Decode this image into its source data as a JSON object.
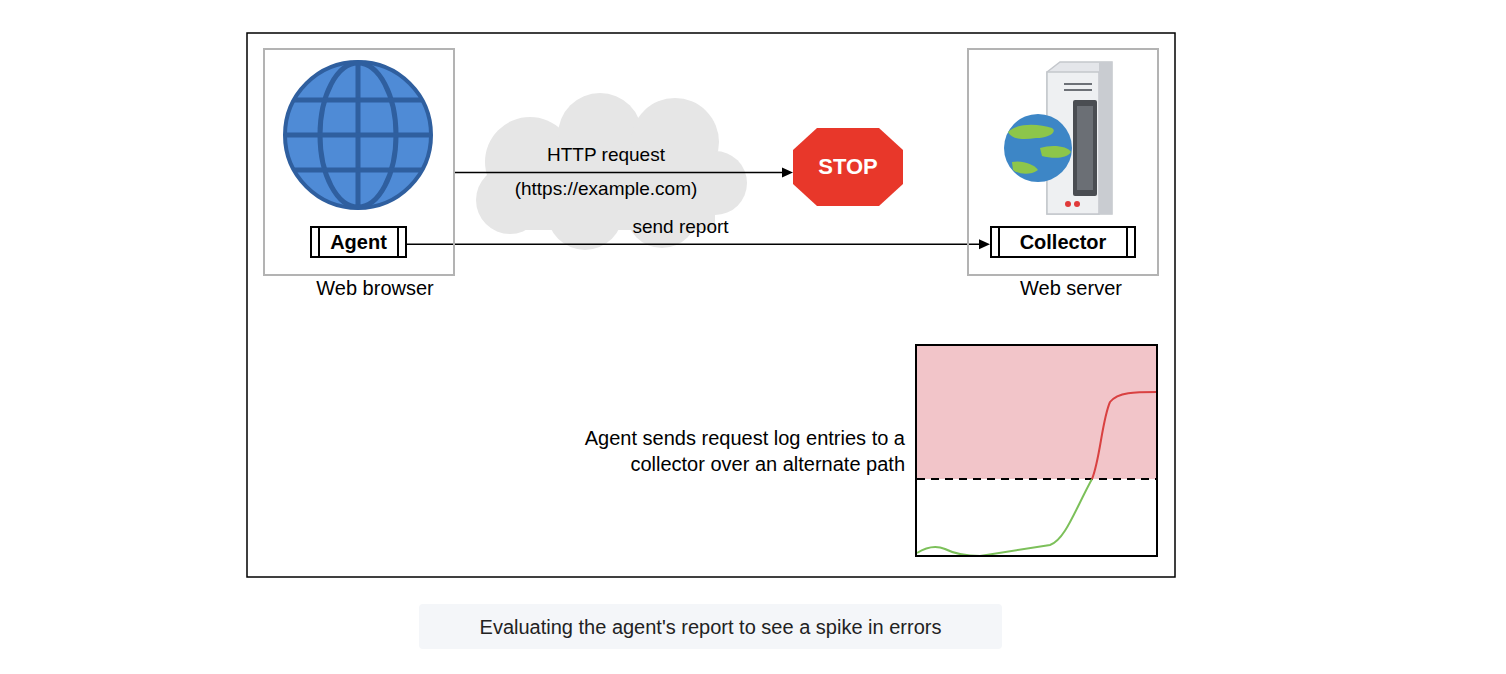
{
  "diagram": {
    "caption": "Evaluating the agent's report to see a spike in errors",
    "nodes": [
      {
        "text": [
          "Web browser"
        ]
      },
      {
        "text": [
          "Agent"
        ],
        "in": 0
      },
      {
        "text": [
          "STOP"
        ]
      },
      {
        "text": [
          "Web server"
        ]
      },
      {
        "text": [
          "Collector"
        ],
        "in": 3
      }
    ],
    "edges": [
      {
        "from": 0,
        "to": 2,
        "arrow": "to",
        "label": "HTTP request (https://example.com)"
      },
      {
        "from": 1,
        "to": 4,
        "arrow": "to",
        "label": "send report"
      }
    ],
    "labels": [
      "Agent sends request log entries to a collector over an alternate path"
    ]
  }
}
